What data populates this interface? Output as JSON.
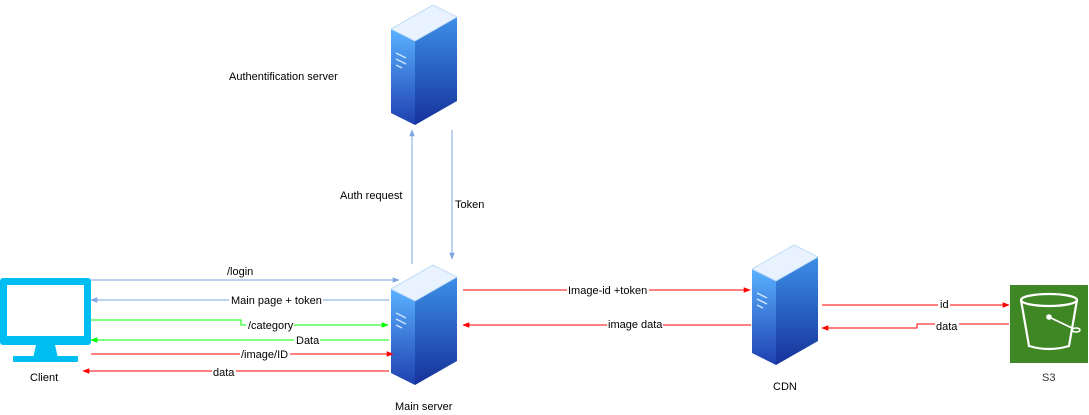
{
  "nodes": {
    "auth_server": {
      "label": "Authentification server",
      "icon": "server-icon"
    },
    "main_server": {
      "label": "Main server",
      "icon": "server-icon"
    },
    "cdn": {
      "label": "CDN",
      "icon": "server-icon"
    },
    "client": {
      "label": "Client",
      "icon": "monitor-icon"
    },
    "s3": {
      "label": "S3",
      "icon": "bucket-icon"
    }
  },
  "edges": {
    "auth_request": "Auth request",
    "token": "Token",
    "login": "/login",
    "main_page_token": "Main page + token",
    "category": "/category",
    "data_green": "Data",
    "image_id": "/image/ID",
    "data_red": "data",
    "image_id_token": "Image-id +token",
    "image_data": "image data",
    "id": "id",
    "s3_data": "data"
  },
  "colors": {
    "blue_edge": "#7ea6e0",
    "green_edge": "#00ff00",
    "red_edge": "#ff0000",
    "monitor": "#00bef2",
    "s3_fill": "#3f8624",
    "server_light": "#4fa9ff",
    "server_dark": "#1a3fa8"
  }
}
